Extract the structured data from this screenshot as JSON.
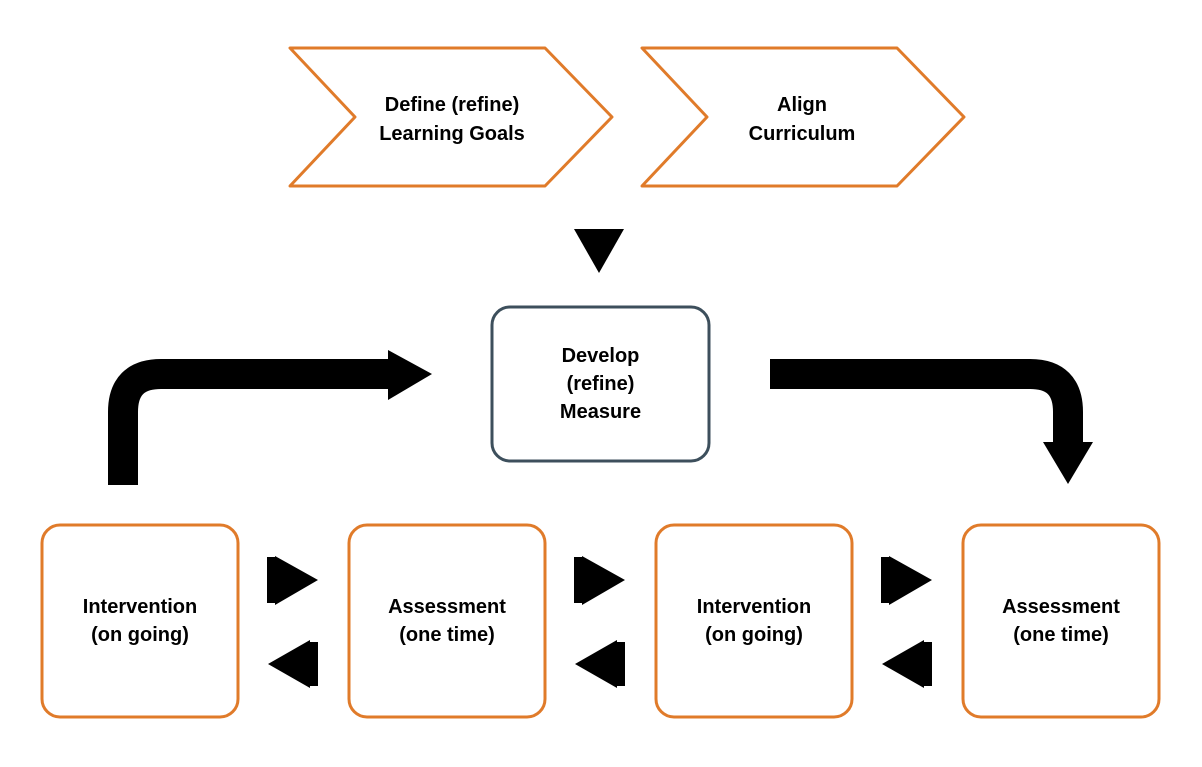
{
  "colors": {
    "accent": "#E07B2A",
    "neutral": "#3D4F5C",
    "arrow": "#000000",
    "background": "#FFFFFF"
  },
  "chevrons": [
    {
      "line1": "Define (refine)",
      "line2": "Learning Goals"
    },
    {
      "line1": "Align",
      "line2": "Curriculum"
    }
  ],
  "center": {
    "line1": "Develop",
    "line2": "(refine)",
    "line3": "Measure"
  },
  "bottom": [
    {
      "line1": "Intervention",
      "line2": "(on going)"
    },
    {
      "line1": "Assessment",
      "line2": "(one time)"
    },
    {
      "line1": "Intervention",
      "line2": "(on going)"
    },
    {
      "line1": "Assessment",
      "line2": "(one time)"
    }
  ]
}
